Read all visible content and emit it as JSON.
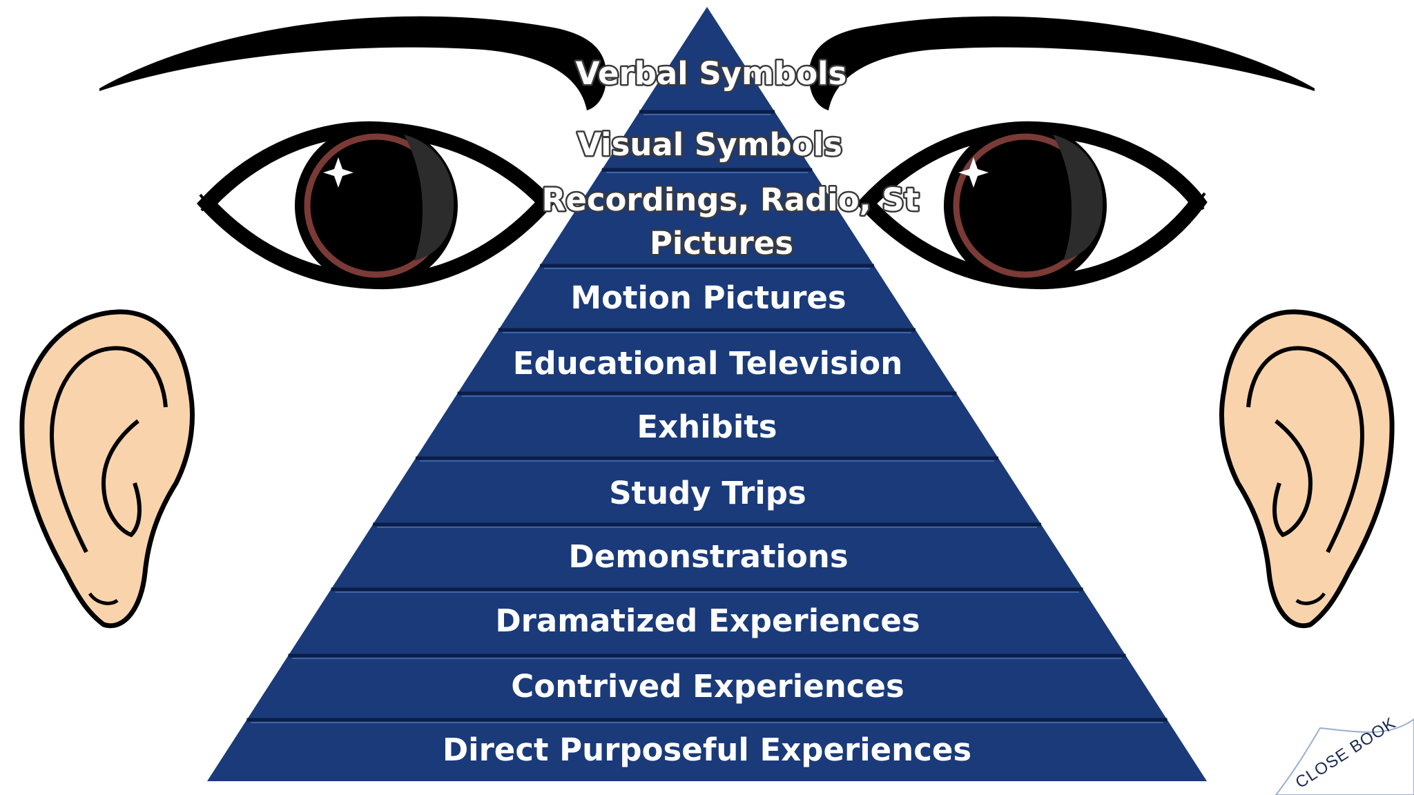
{
  "pyramid": {
    "color": "#1a3a7a",
    "levels": [
      "Verbal Symbols",
      "Visual Symbols",
      "Recordings, Radio, Still Pictures",
      "Motion Pictures",
      "Educational Television",
      "Exhibits",
      "Study Trips",
      "Demonstrations",
      "Dramatized Experiences",
      "Contrived Experiences",
      "Direct Purposeful Experiences"
    ],
    "visible_labels": {
      "verbal": "Verbal Symbols",
      "visual": "Visual Symbols",
      "recordings_line1": "Recordings, Radio, St",
      "recordings_line2": "Pictures",
      "motion": "Motion Pictures",
      "edtv": "Educational Television",
      "exhibits": "Exhibits",
      "trips": "Study Trips",
      "demos": "Demonstrations",
      "dramatized": "Dramatized Experiences",
      "contrived": "Contrived Experiences",
      "direct": "Direct Purposeful Experiences"
    }
  },
  "close_book": {
    "label": "CLOSE BOOK"
  },
  "icons": [
    "eyebrow-icon",
    "eye-icon",
    "ear-icon"
  ],
  "colors": {
    "skin": "#f8d3ac",
    "iris": "#7a3a36",
    "outline": "#000000",
    "background": "#ffffff"
  }
}
